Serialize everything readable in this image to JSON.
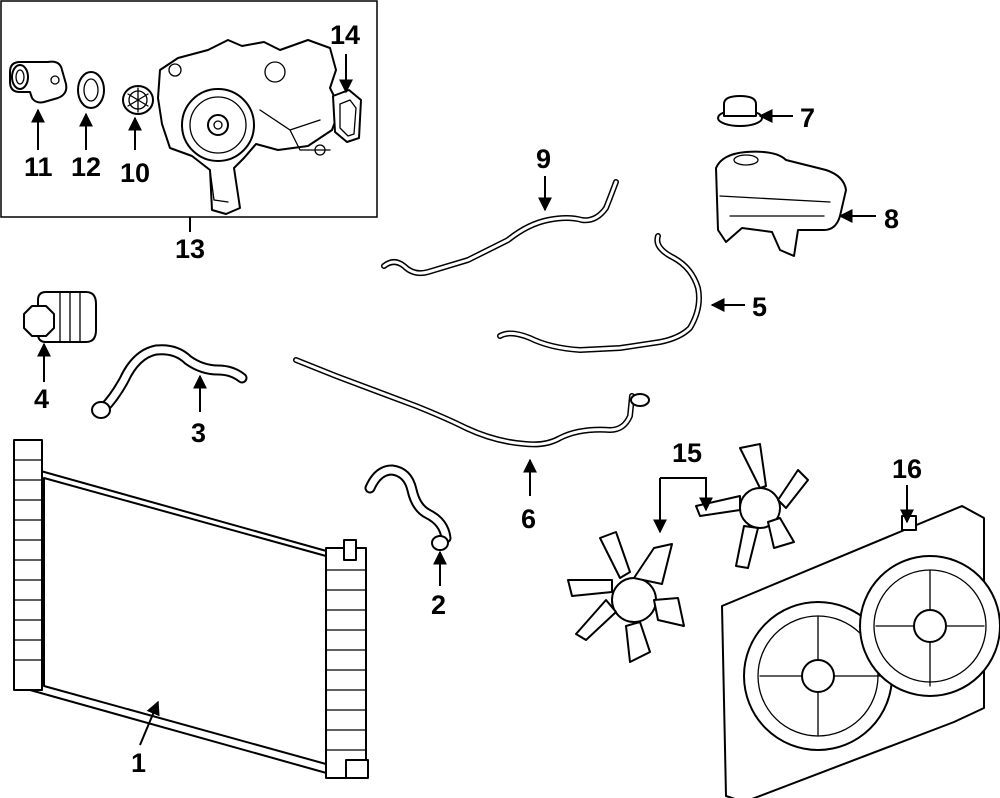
{
  "callouts": [
    {
      "id": "1",
      "label": "1"
    },
    {
      "id": "2",
      "label": "2"
    },
    {
      "id": "3",
      "label": "3"
    },
    {
      "id": "4",
      "label": "4"
    },
    {
      "id": "5",
      "label": "5"
    },
    {
      "id": "6",
      "label": "6"
    },
    {
      "id": "7",
      "label": "7"
    },
    {
      "id": "8",
      "label": "8"
    },
    {
      "id": "9",
      "label": "9"
    },
    {
      "id": "10",
      "label": "10"
    },
    {
      "id": "11",
      "label": "11"
    },
    {
      "id": "12",
      "label": "12"
    },
    {
      "id": "13",
      "label": "13"
    },
    {
      "id": "14",
      "label": "14"
    },
    {
      "id": "15",
      "label": "15"
    },
    {
      "id": "16",
      "label": "16"
    }
  ],
  "parts": [
    {
      "callout": "1",
      "icon": "radiator-icon"
    },
    {
      "callout": "2",
      "icon": "lower-hose-icon"
    },
    {
      "callout": "3",
      "icon": "upper-hose-icon"
    },
    {
      "callout": "4",
      "icon": "cap-icon"
    },
    {
      "callout": "5",
      "icon": "hose-icon"
    },
    {
      "callout": "6",
      "icon": "pipe-icon"
    },
    {
      "callout": "7",
      "icon": "reservoir-cap-icon"
    },
    {
      "callout": "8",
      "icon": "reservoir-icon"
    },
    {
      "callout": "9",
      "icon": "hose-icon"
    },
    {
      "callout": "10",
      "icon": "thermostat-icon"
    },
    {
      "callout": "11",
      "icon": "outlet-icon"
    },
    {
      "callout": "12",
      "icon": "gasket-icon"
    },
    {
      "callout": "13",
      "icon": "water-pump-icon"
    },
    {
      "callout": "14",
      "icon": "gasket-icon"
    },
    {
      "callout": "15",
      "icon": "fan-blade-icon"
    },
    {
      "callout": "16",
      "icon": "fan-shroud-icon"
    }
  ]
}
